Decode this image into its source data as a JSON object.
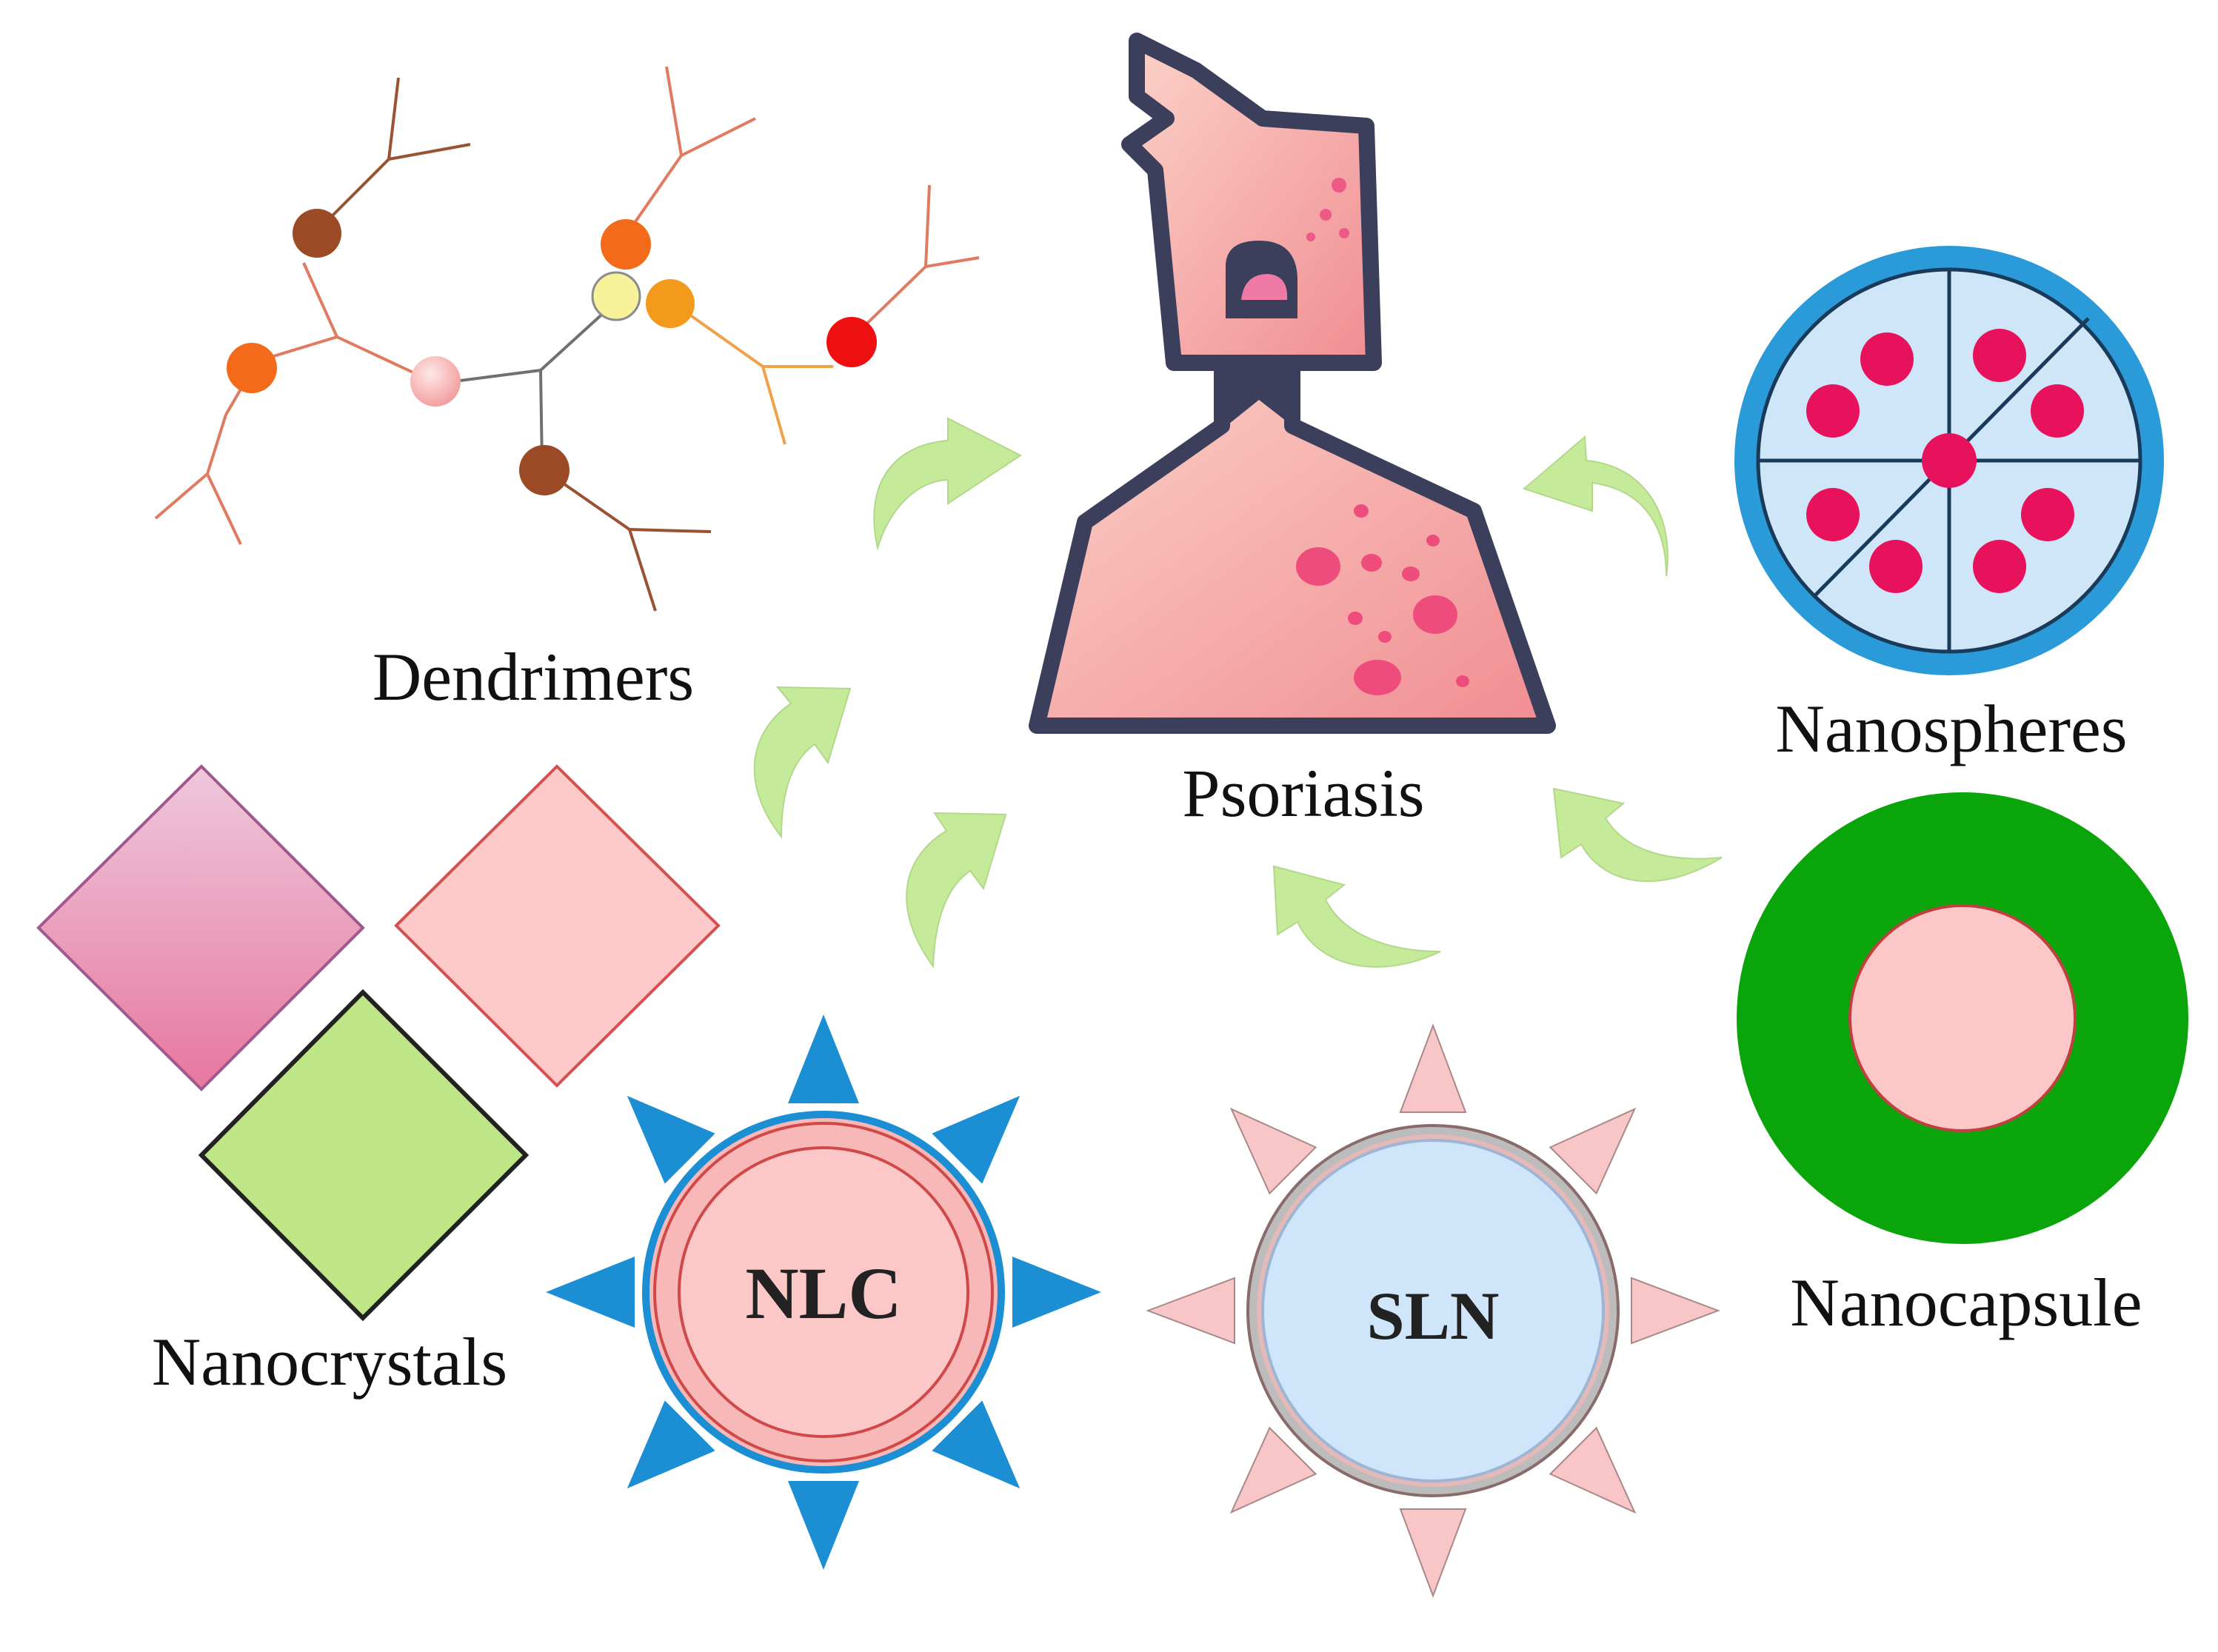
{
  "diagram": {
    "center": {
      "label": "Psoriasis"
    },
    "nodes": [
      {
        "id": "dendrimers",
        "label": "Dendrimers"
      },
      {
        "id": "nanocrystals",
        "label": "Nanocrystals"
      },
      {
        "id": "nlc",
        "label": "",
        "core_text": "NLC"
      },
      {
        "id": "sln",
        "label": "",
        "core_text": "SLN"
      },
      {
        "id": "nanocapsule",
        "label": "Nanocapsule"
      },
      {
        "id": "nanospheres",
        "label": "Nanospheres"
      }
    ],
    "arrows": [
      {
        "from": "dendrimers",
        "to": "psoriasis"
      },
      {
        "from": "nanocrystals",
        "to": "psoriasis"
      },
      {
        "from": "nlc",
        "to": "psoriasis"
      },
      {
        "from": "sln",
        "to": "psoriasis"
      },
      {
        "from": "nanocapsule",
        "to": "psoriasis"
      },
      {
        "from": "nanospheres",
        "to": "psoriasis"
      }
    ],
    "colors": {
      "arrow": "#c5ea9a",
      "skin": "#f7a9a3",
      "outline": "#3b3f5c",
      "lesion": "#ee4c7c",
      "nlc_spikes": "#1c8fd4",
      "sln_spikes": "#f8c6c6",
      "nanocapsule_shell": "#0aa50a",
      "nanosphere_ring": "#2a9ad8"
    }
  }
}
